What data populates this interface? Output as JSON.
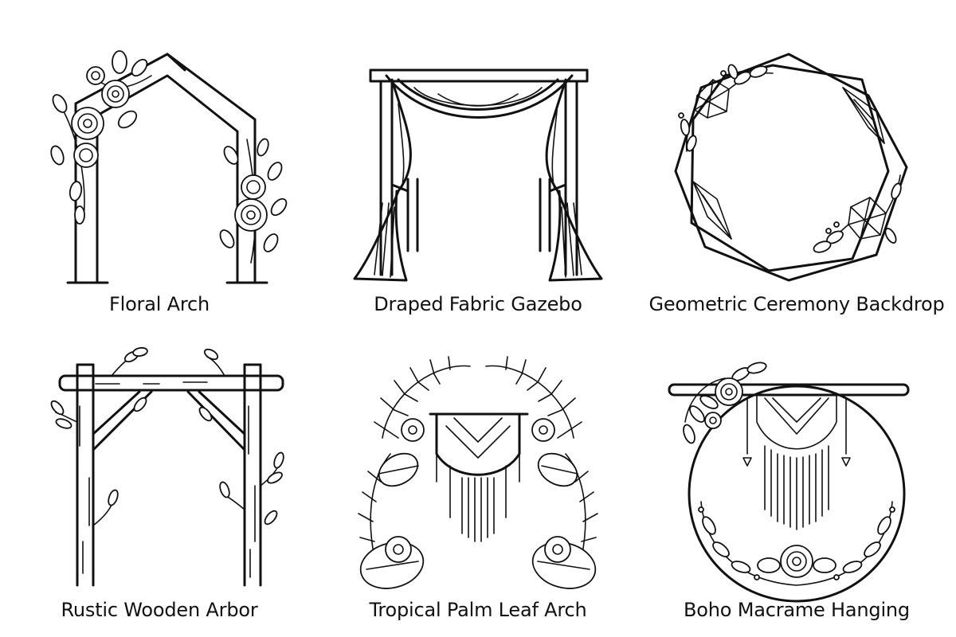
{
  "items": [
    {
      "label": "Floral Arch"
    },
    {
      "label": "Draped Fabric Gazebo"
    },
    {
      "label": "Geometric Ceremony Backdrop"
    },
    {
      "label": "Rustic Wooden Arbor"
    },
    {
      "label": "Tropical Palm Leaf Arch"
    },
    {
      "label": "Boho Macrame Hanging"
    }
  ],
  "palette": {
    "ink": "#111111",
    "background": "#ffffff"
  }
}
